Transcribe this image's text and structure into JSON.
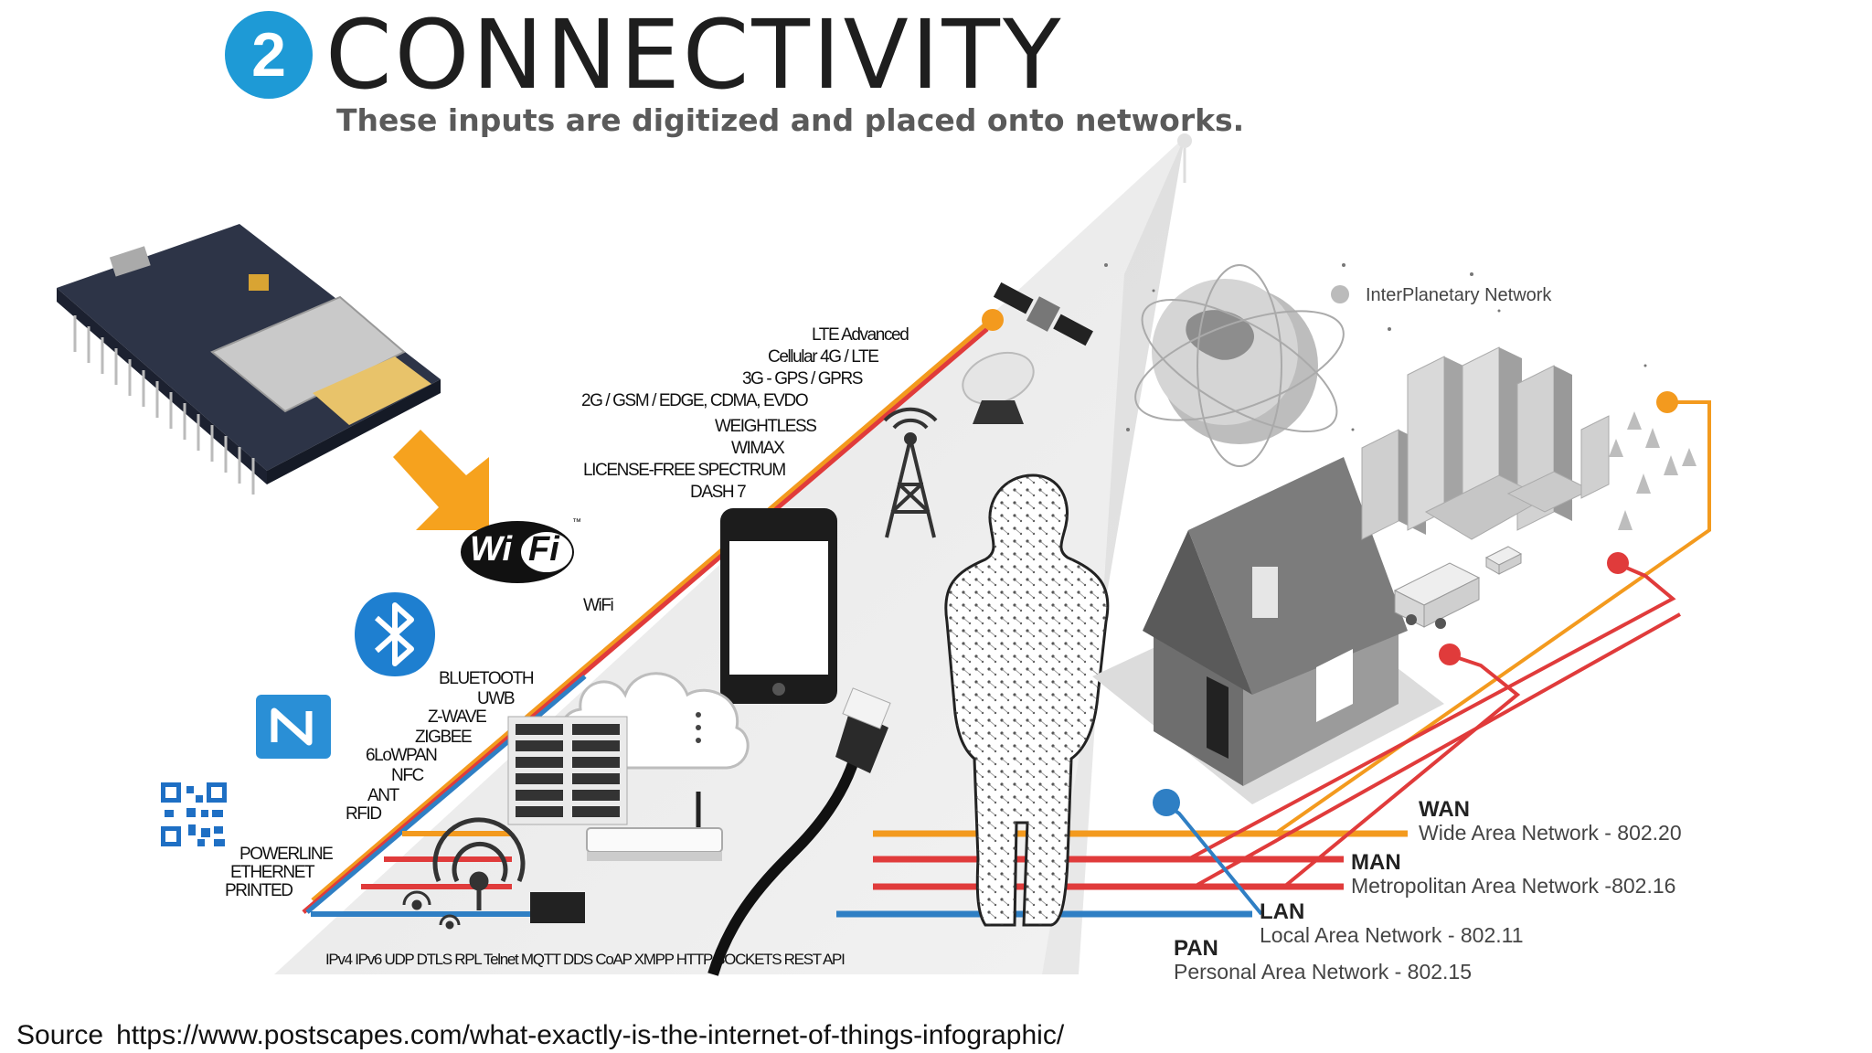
{
  "header": {
    "step_number": "2",
    "title": "CONNECTIVITY",
    "subtitle": "These inputs are digitized and placed onto networks."
  },
  "long_range_protocols": [
    "LTE Advanced",
    "Cellular 4G / LTE",
    "3G - GPS / GPRS",
    "2G / GSM / EDGE, CDMA, EVDO",
    "WEIGHTLESS",
    "WIMAX",
    "LICENSE-FREE SPECTRUM",
    "DASH 7"
  ],
  "wifi_label": "WiFi",
  "short_range_protocols": [
    "BLUETOOTH",
    "UWB",
    "Z-WAVE",
    "ZIGBEE",
    "6LoWPAN",
    "NFC",
    "ANT",
    "RFID"
  ],
  "wired_protocols": [
    "POWERLINE",
    "ETHERNET",
    "PRINTED"
  ],
  "protocol_stack": "IPv4 IPv6 UDP DTLS RPL Telnet MQTT DDS CoAP XMPP HTTP SOCKETS REST API",
  "interplanetary_label": "InterPlanetary Network",
  "networks": [
    {
      "abbr": "WAN",
      "name": "Wide Area Network - 802.20"
    },
    {
      "abbr": "MAN",
      "name": "Metropolitan Area Network -802.16"
    },
    {
      "abbr": "LAN",
      "name": "Local Area Network - 802.11"
    },
    {
      "abbr": "PAN",
      "name": "Personal Area Network - 802.15"
    }
  ],
  "wifi_logo_text": {
    "left": "Wi",
    "right": "Fi",
    "tm": "™"
  },
  "source": {
    "label": "Source",
    "url": "https://www.postscapes.com/what-exactly-is-the-internet-of-things-infographic/"
  },
  "colors": {
    "orange": "#f39a1e",
    "red": "#e03b3b",
    "blue": "#2f7fc4",
    "accent": "#1e9ad6",
    "arrow": "#f6a21e"
  }
}
